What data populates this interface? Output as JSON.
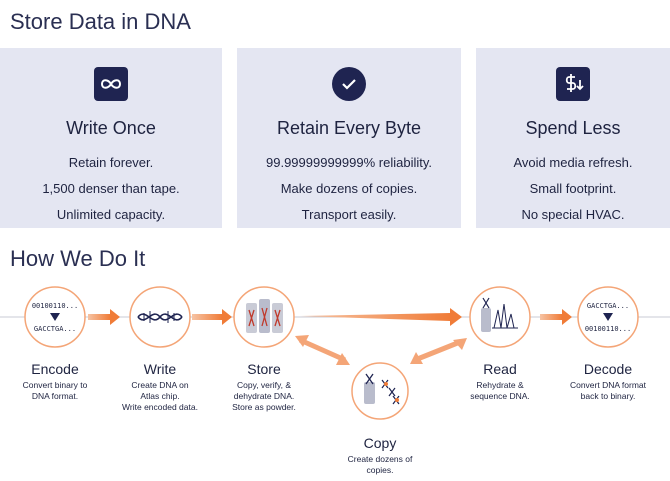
{
  "header": {
    "title": "Store Data in DNA"
  },
  "cards": [
    {
      "icon": "infinity-icon",
      "title": "Write Once",
      "lines": [
        "Retain forever.",
        "1,500 denser than tape.",
        "Unlimited capacity."
      ]
    },
    {
      "icon": "checkmark-icon",
      "title": "Retain Every Byte",
      "lines": [
        "99.99999999999% reliability.",
        "Make dozens of copies.",
        "Transport easily."
      ]
    },
    {
      "icon": "dollar-arrow-icon",
      "title": "Spend Less",
      "lines": [
        "Avoid media refresh.",
        "Small footprint.",
        "No special HVAC."
      ]
    }
  ],
  "process": {
    "title": "How We Do It",
    "encode": {
      "name": "Encode",
      "desc1": "Convert binary to",
      "desc2": "DNA format.",
      "bits_top": "00100110...",
      "bits_bottom": "GACCTGA..."
    },
    "write": {
      "name": "Write",
      "desc1": "Create DNA on",
      "desc2": "Atlas chip.",
      "desc3": "Write encoded data."
    },
    "store": {
      "name": "Store",
      "desc1": "Copy, verify, &",
      "desc2": "dehydrate DNA.",
      "desc3": "Store as powder."
    },
    "copy": {
      "name": "Copy",
      "desc1": "Create dozens of",
      "desc2": "copies."
    },
    "read": {
      "name": "Read",
      "desc1": "Rehydrate &",
      "desc2": "sequence DNA."
    },
    "decode": {
      "name": "Decode",
      "desc1": "Convert DNA format",
      "desc2": "back to binary.",
      "bits_top": "GACCTGA...",
      "bits_bottom": "00100110..."
    }
  },
  "colors": {
    "navy": "#1f2451",
    "card_bg": "#e4e6f2",
    "accent": "#f0874a"
  }
}
